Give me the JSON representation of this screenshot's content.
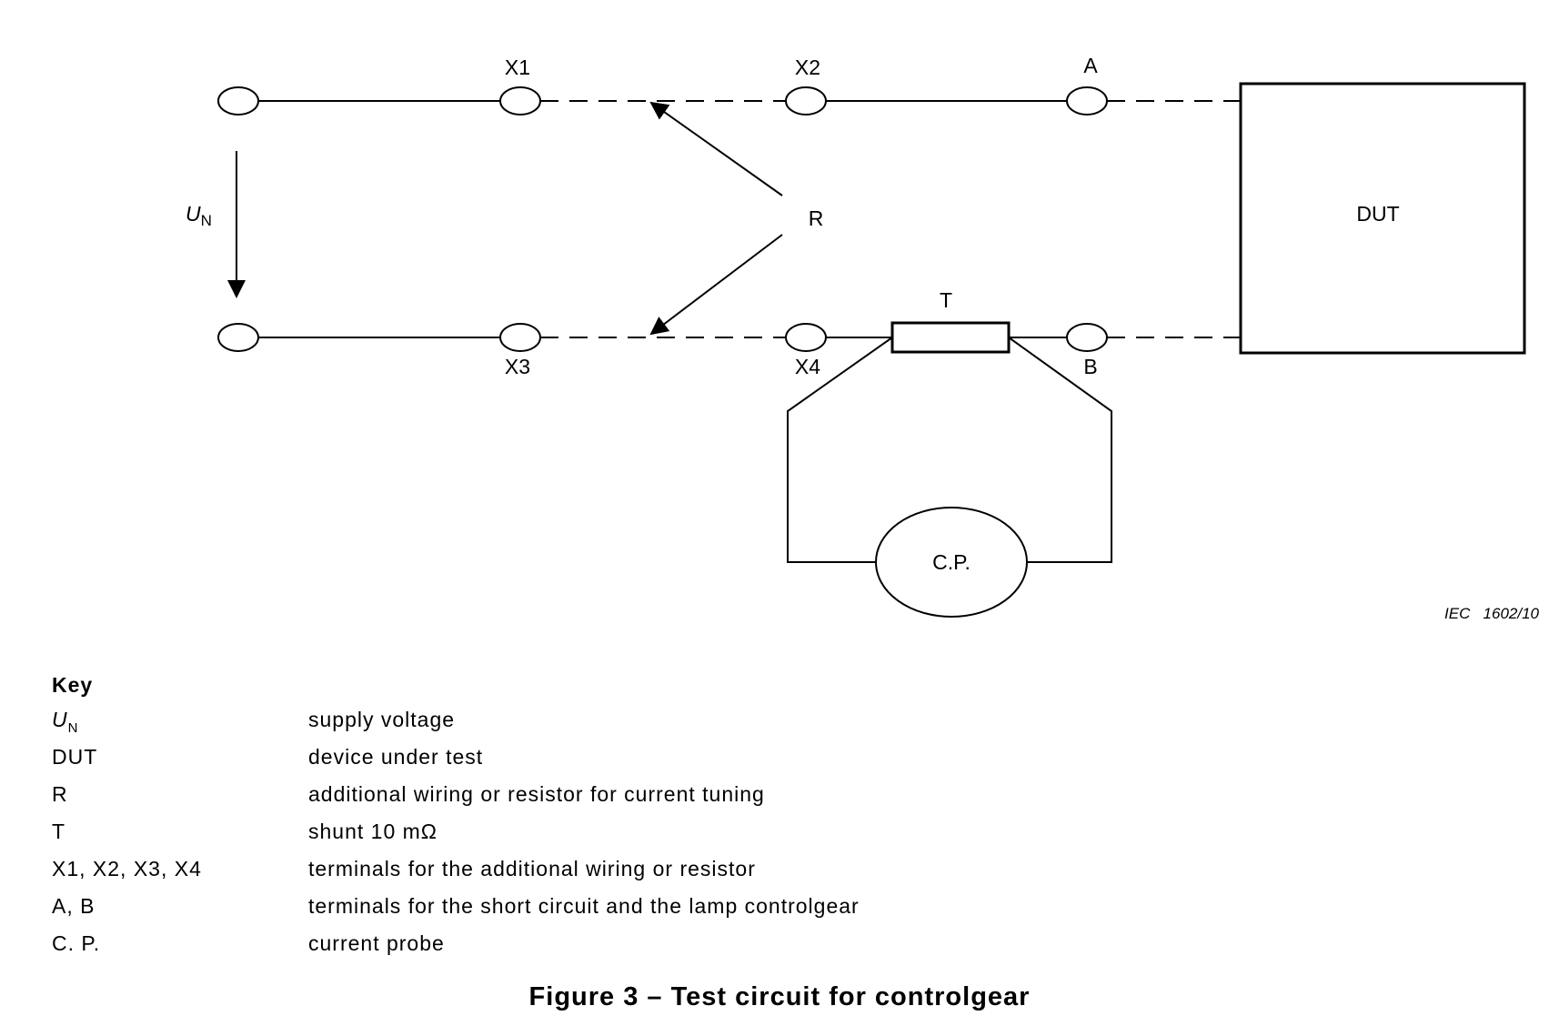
{
  "diagram": {
    "terminals": {
      "x1": "X1",
      "x2": "X2",
      "x3": "X3",
      "x4": "X4",
      "a": "A",
      "b": "B"
    },
    "supply_symbol": "U",
    "supply_subscript": "N",
    "resistor_label": "R",
    "shunt_label": "T",
    "dut_label": "DUT",
    "probe_label": "C.P.",
    "credit": "IEC   1602/10"
  },
  "key": {
    "title": "Key",
    "items": [
      {
        "term": "U",
        "term_sub": "N",
        "desc": "supply voltage"
      },
      {
        "term": "DUT",
        "desc": "device under test"
      },
      {
        "term": "R",
        "desc": "additional wiring or resistor for current tuning"
      },
      {
        "term": "T",
        "desc": "shunt 10 mΩ"
      },
      {
        "term": "X1, X2, X3, X4",
        "desc": "terminals for the additional wiring or resistor"
      },
      {
        "term": "A, B",
        "desc": "terminals for the short circuit and the lamp controlgear"
      },
      {
        "term": "C. P.",
        "desc": "current probe"
      }
    ]
  },
  "caption": "Figure 3 – Test circuit for controlgear"
}
